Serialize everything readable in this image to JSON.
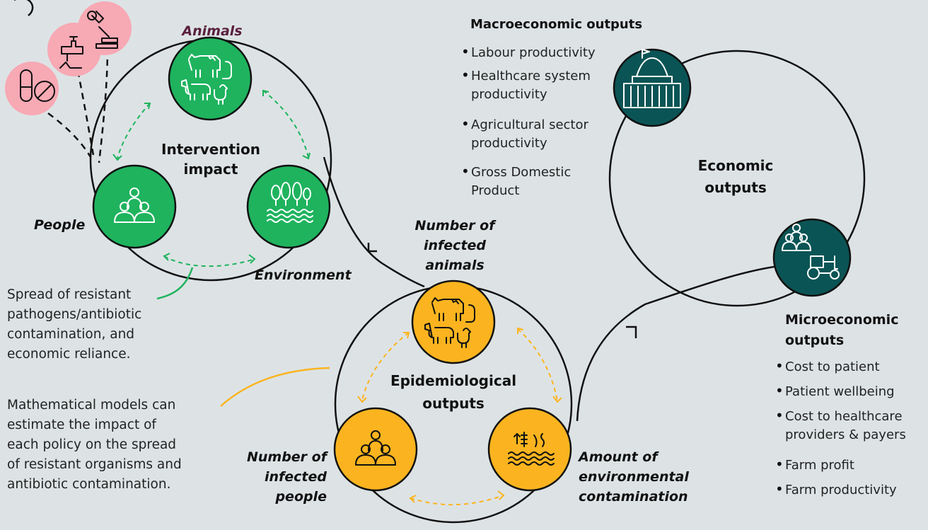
{
  "intervention": {
    "center_label": [
      "Intervention",
      "impact"
    ],
    "animals_label": "Animals",
    "people_label": "People",
    "environment_label": "Environment"
  },
  "epidemiological": {
    "center_label": [
      "Epidemiological",
      "outputs"
    ],
    "animals_label": [
      "Number of",
      "infected",
      "animals"
    ],
    "people_label": [
      "Number of",
      "infected",
      "people"
    ],
    "environment_label": [
      "Amount of",
      "environmental",
      "contamination"
    ]
  },
  "economic": {
    "center_label": [
      "Economic",
      "outputs"
    ],
    "macro_title": "Macroeconomic outputs",
    "macro_items": [
      [
        "Labour productivity"
      ],
      [
        "Healthcare system",
        "productivity"
      ],
      [
        "Agricultural sector",
        "productivity"
      ],
      [
        "Gross Domestic",
        "Product"
      ]
    ],
    "micro_title": [
      "Microeconomic",
      "outputs"
    ],
    "micro_items": [
      [
        "Cost to patient"
      ],
      [
        "Patient wellbeing"
      ],
      [
        "Cost to healthcare",
        "providers & payers"
      ],
      [
        "Farm profit"
      ],
      [
        "Farm productivity"
      ]
    ]
  },
  "annotations": {
    "spread_note": [
      "Spread of resistant",
      "pathogens/antibiotic",
      "contamination, and",
      "economic reliance."
    ],
    "models_note": [
      "Mathematical models can",
      "estimate the impact of",
      "each policy on the spread",
      "of resistant organisms and",
      "antibiotic contamination."
    ]
  },
  "icons": {
    "intervention_sources": [
      "pill-icon",
      "tap-icon",
      "microscope-icon"
    ],
    "animals": "livestock-icon",
    "people": "people-group-icon",
    "environment": "trees-water-icon",
    "env_contamination": "plants-water-icon",
    "macro": "government-building-icon",
    "micro": "farmer-tractor-icon"
  },
  "colors": {
    "background": "#dde3e5",
    "intervention_node": "#1fb35e",
    "epidemiological_node": "#fbb41f",
    "economic_node": "#0b5455",
    "source_node": "#f7a9b4",
    "animals_label": "#5a1f3d"
  }
}
